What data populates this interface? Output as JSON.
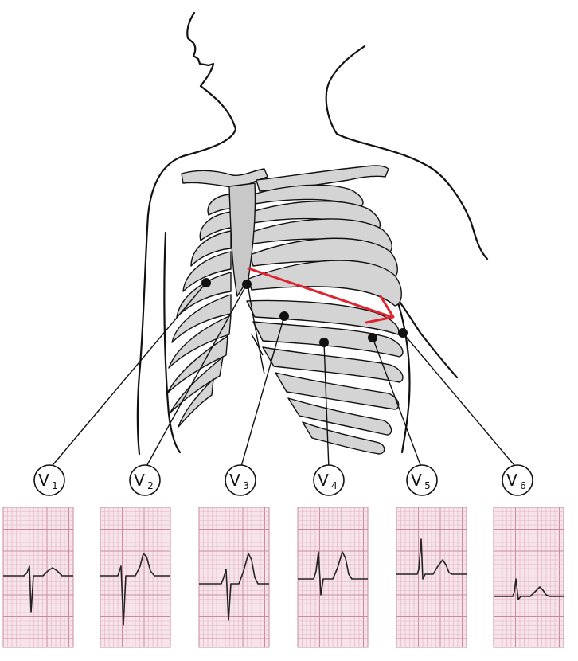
{
  "leads": [
    {
      "id": "V1",
      "letter": "V",
      "num": "1"
    },
    {
      "id": "V2",
      "letter": "V",
      "num": "2"
    },
    {
      "id": "V3",
      "letter": "V",
      "num": "3"
    },
    {
      "id": "V4",
      "letter": "V",
      "num": "4"
    },
    {
      "id": "V5",
      "letter": "V",
      "num": "5"
    },
    {
      "id": "V6",
      "letter": "V",
      "num": "6"
    }
  ],
  "colors": {
    "ink": "#111111",
    "bone_fill": "#d4d4d4",
    "ecg_paper": "#f6e4ea",
    "ecg_grid_minor": "#e2b3c2",
    "ecg_grid_major": "#c98aa0",
    "trace": "#222222",
    "arrow": "#e0232e"
  }
}
